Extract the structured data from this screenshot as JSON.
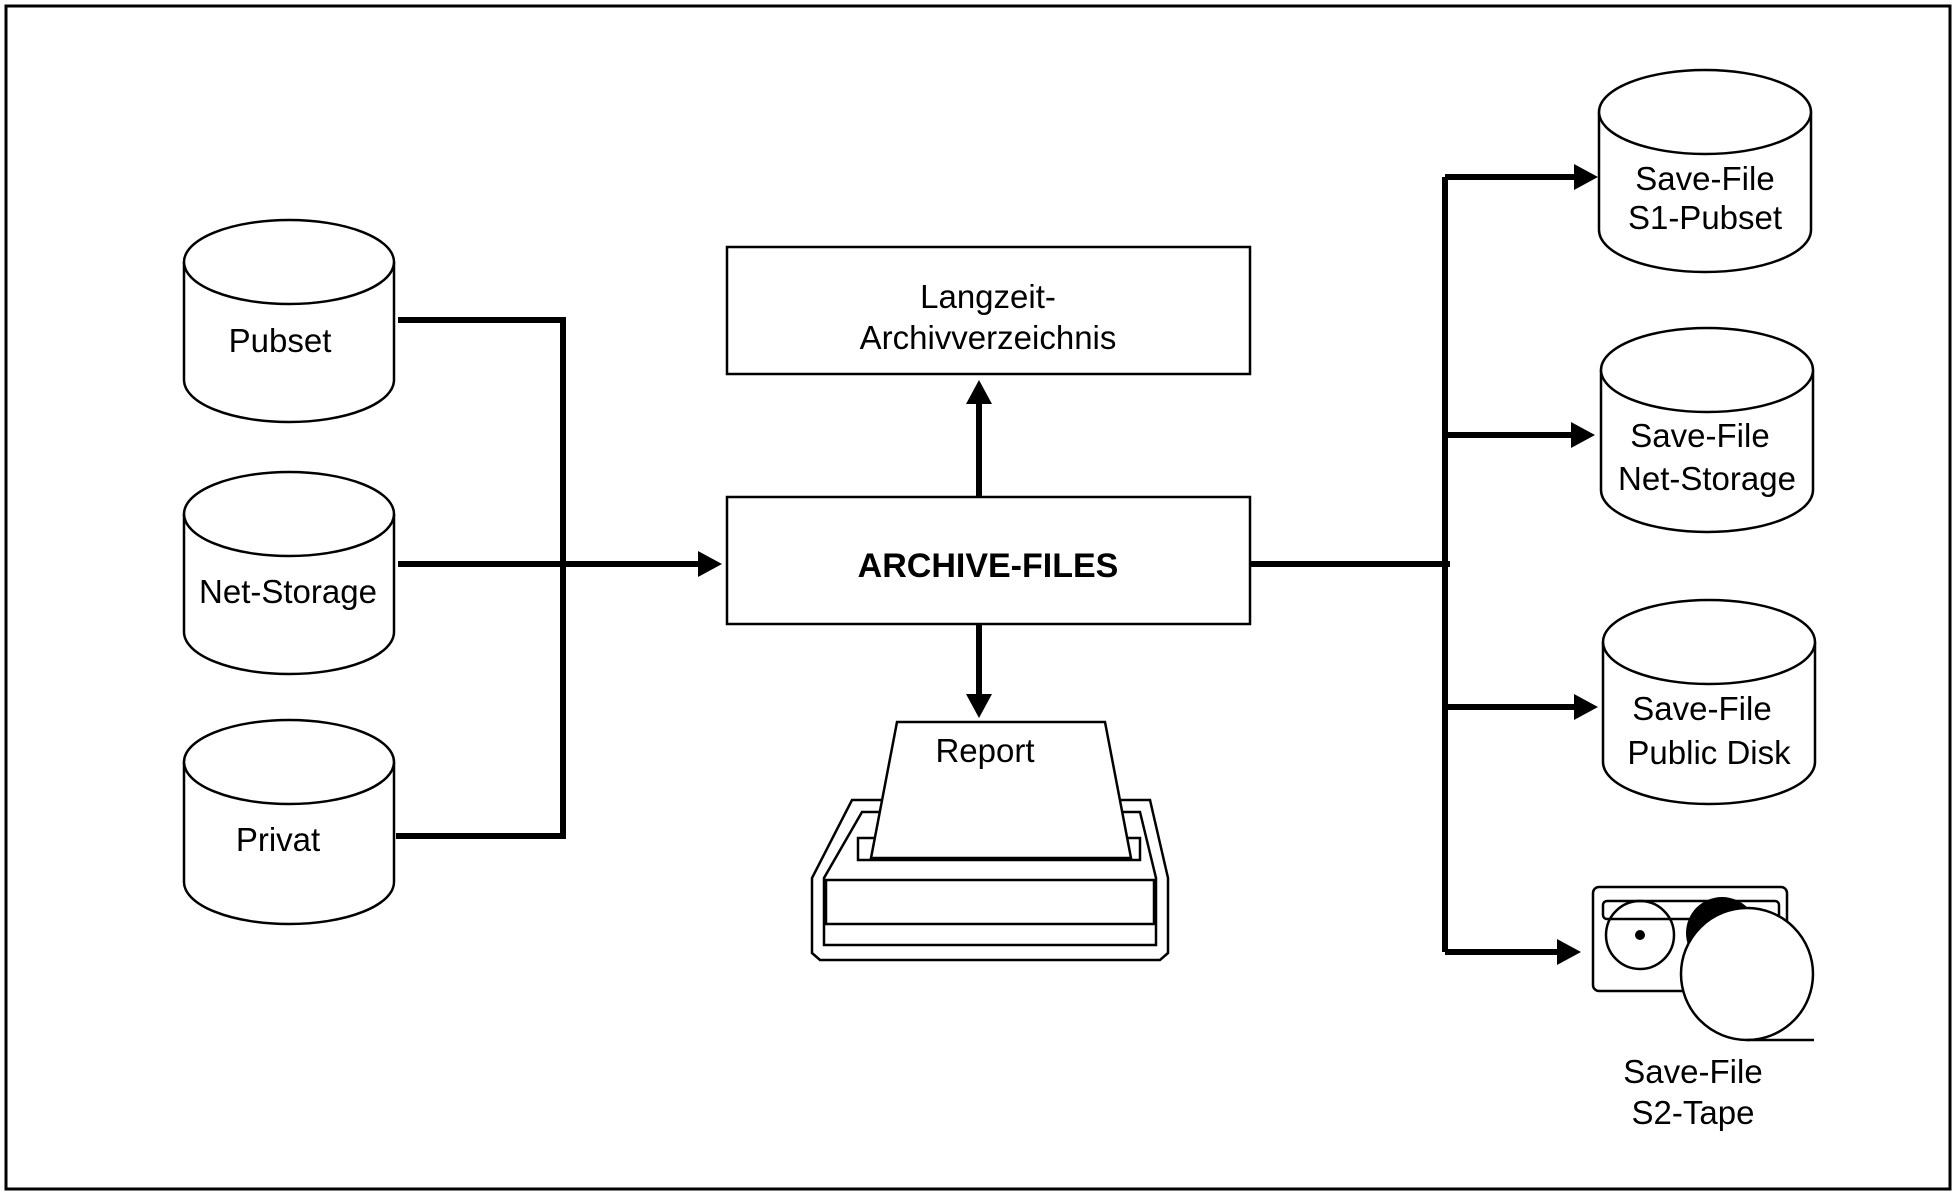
{
  "sources": [
    {
      "id": "pubset",
      "label": "Pubset"
    },
    {
      "id": "net-storage",
      "label": "Net-Storage"
    },
    {
      "id": "privat",
      "label": "Privat"
    }
  ],
  "center": {
    "archive_files": "ARCHIVE-FILES",
    "directory_line1": "Langzeit-",
    "directory_line2": "Archivverzeichnis",
    "report": "Report"
  },
  "targets": [
    {
      "id": "s1-pubset",
      "line1": "Save-File",
      "line2": "S1-Pubset"
    },
    {
      "id": "net-storage",
      "line1": "Save-File",
      "line2": "Net-Storage"
    },
    {
      "id": "public-disk",
      "line1": "Save-File",
      "line2": "Public Disk"
    },
    {
      "id": "s2-tape",
      "line1": "Save-File",
      "line2": "S2-Tape"
    }
  ]
}
